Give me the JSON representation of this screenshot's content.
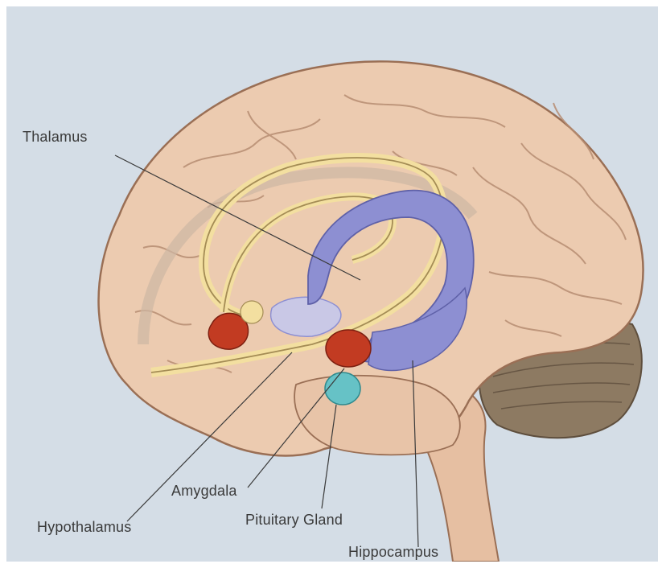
{
  "labels": {
    "thalamus": "Thalamus",
    "amygdala": "Amygdala",
    "hypothalamus": "Hypothalamus",
    "pituitary": "Pituitary Gland",
    "hippocampus": "Hippocampus"
  },
  "colors": {
    "background": "#d4dde6",
    "brain": "#eccbb0",
    "brain_outline": "#9a6f55",
    "fornix": "#f3dfa0",
    "hippocampus": "#8d8fd2",
    "amygdala": "#c23b22",
    "pituitary": "#66c2c6",
    "cerebellum": "#8d7a62"
  }
}
